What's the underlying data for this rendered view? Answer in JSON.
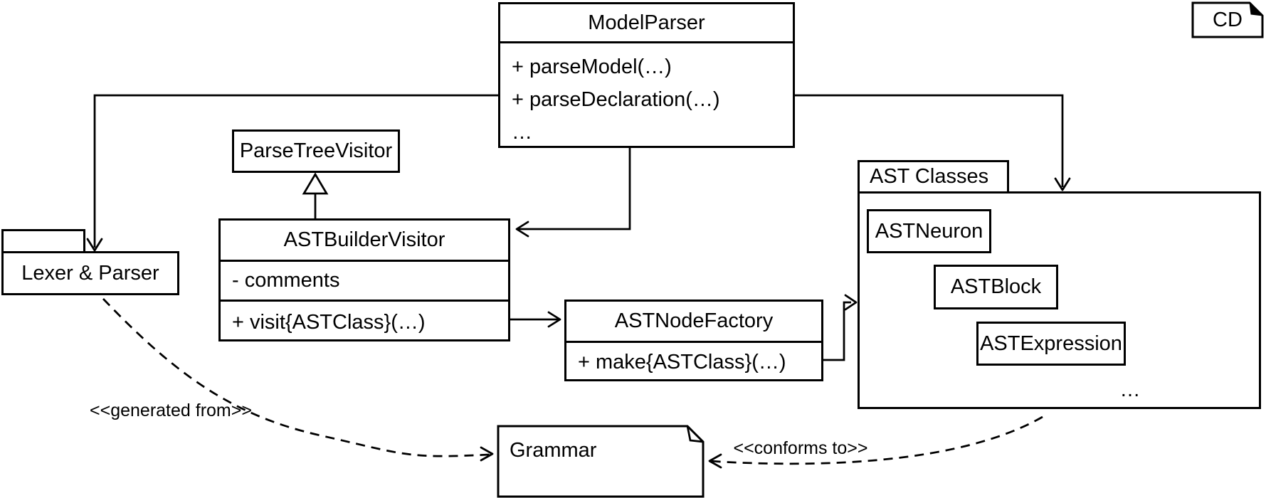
{
  "colors": {
    "stroke": "#000000",
    "background": "#ffffff"
  },
  "frame_label": {
    "text": "CD"
  },
  "classes": {
    "model_parser": {
      "name": "ModelParser",
      "members": [
        "+ parseModel(…)",
        "+ parseDeclaration(…)",
        "…"
      ]
    },
    "parse_tree_visitor": {
      "name": "ParseTreeVisitor"
    },
    "ast_builder_visitor": {
      "name": "ASTBuilderVisitor",
      "attribute": "- comments",
      "method": "+ visit{ASTClass}(…)"
    },
    "ast_node_factory": {
      "name": "ASTNodeFactory",
      "method": "+ make{ASTClass}(…)"
    }
  },
  "packages": {
    "lexer_parser": {
      "name": "Lexer & Parser"
    },
    "ast_classes": {
      "name": "AST Classes",
      "members": [
        "ASTNeuron",
        "ASTBlock",
        "ASTExpression"
      ],
      "more": "…"
    }
  },
  "note": {
    "grammar": "Grammar"
  },
  "edge_labels": {
    "generated_from": "<<generated from>>",
    "conforms_to": "<<conforms to>>"
  }
}
